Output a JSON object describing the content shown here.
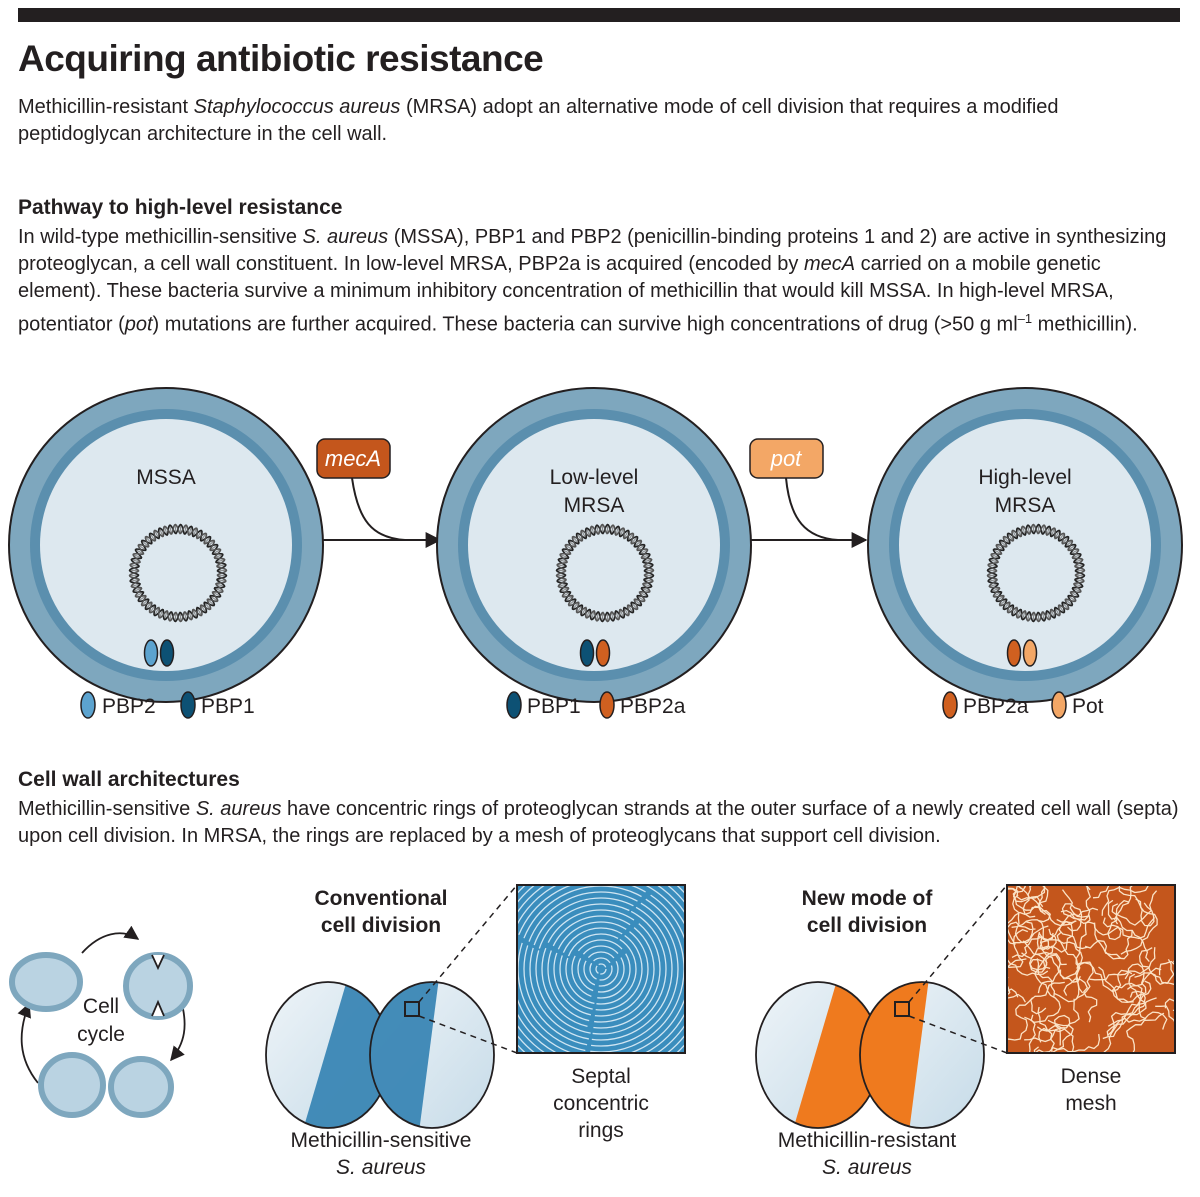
{
  "title": "Acquiring antibiotic resistance",
  "lede": {
    "before": "Methicillin-resistant ",
    "italic": "Staphylococcus aureus",
    "after": " (MRSA) adopt an alternative mode of cell division that requires a modified peptidoglycan architecture in the cell wall."
  },
  "pathway": {
    "heading": "Pathway to high-level resistance",
    "t1": "In wild-type methicillin-sensitive ",
    "i1": "S. aureus",
    "t2": " (MSSA), PBP1 and PBP2 (penicillin-binding proteins 1 and 2) are active in synthesizing proteoglycan, a cell wall constituent. In low-level MRSA, PBP2a is acquired (encoded by ",
    "i2": "mecA",
    "t3": " carried on a mobile genetic element). These bacteria survive a minimum inhibitory concentration of methicillin that would kill MSSA. In high-level MRSA, potentiator (",
    "i3": "pot",
    "t4": ") mutations are further acquired. These bacteria can survive high concentrations of drug (>50 g ml",
    "sup": "–1",
    "t5": " methicillin)."
  },
  "cells": {
    "mssa": {
      "label": "MSSA"
    },
    "low": {
      "line1": "Low-level",
      "line2": "MRSA"
    },
    "high": {
      "line1": "High-level",
      "line2": "MRSA"
    }
  },
  "genes": {
    "meca": "mecA",
    "pot": "pot"
  },
  "legend": {
    "pbp2": "PBP2",
    "pbp1": "PBP1",
    "pbp2a": "PBP2a",
    "pot": "Pot"
  },
  "walls": {
    "heading": "Cell wall architectures",
    "t1": "Methicillin-sensitive ",
    "i1": "S. aureus",
    "t2": " have concentric rings of proteoglycan strands at the outer surface of a newly created cell wall (septa) upon cell division.  In MRSA, the rings are replaced by a mesh of proteoglycans that support cell division."
  },
  "cycle": {
    "line1": "Cell",
    "line2": "cycle"
  },
  "conventional": {
    "head1": "Conventional",
    "head2": "cell division",
    "inset1": "Septal",
    "inset2": "concentric",
    "inset3": "rings",
    "cap1": "Methicillin-sensitive",
    "cap2": "S. aureus"
  },
  "newmode": {
    "head1": "New mode of",
    "head2": "cell division",
    "inset1": "Dense",
    "inset2": "mesh",
    "cap1": "Methicillin-resistant",
    "cap2": "S. aureus"
  },
  "colors": {
    "wall_outer": "#7ea7be",
    "wall_inner": "#5b8fae",
    "cytoplasm": "#dde8ef",
    "pbp2": "#5ca3cf",
    "pbp1": "#0d5174",
    "pbp2a": "#d06020",
    "pot": "#f3a766",
    "meca_tag": "#c4561c",
    "pot_tag": "#f3a766",
    "septum_blue": "#3a86b4",
    "septum_orange": "#ef7a1e",
    "rings_bg": "#3a8dbd",
    "mesh_bg": "#c4561c"
  }
}
